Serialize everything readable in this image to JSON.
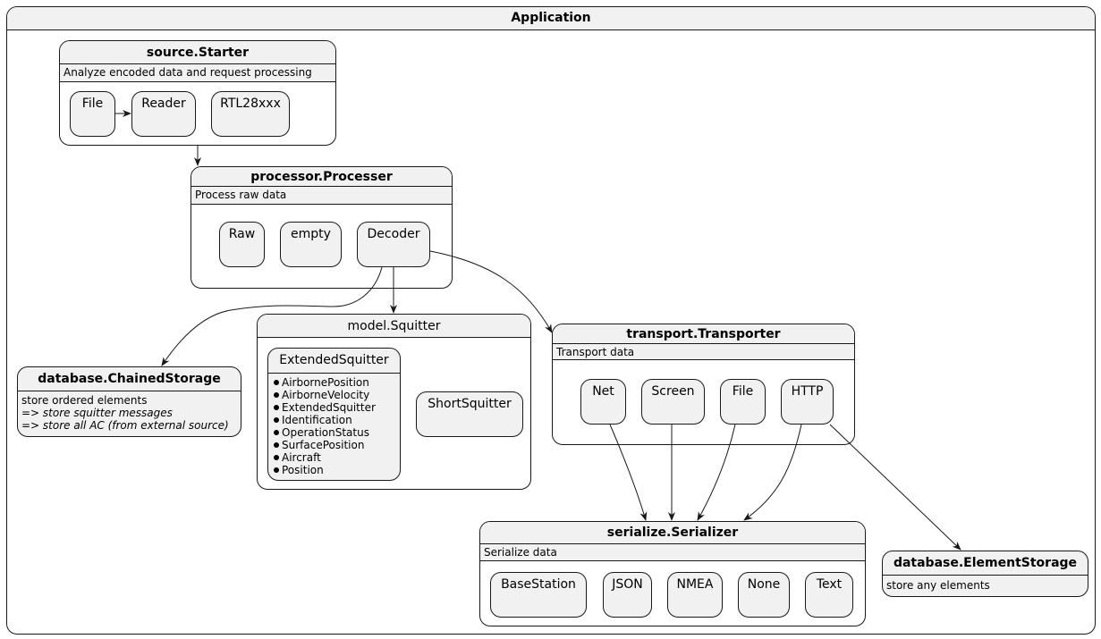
{
  "application": {
    "title": "Application"
  },
  "starter": {
    "title": "source.Starter",
    "description": "Analyze encoded data and request processing",
    "states": [
      "File",
      "Reader",
      "RTL28xxx"
    ]
  },
  "processor": {
    "title": "processor.Processer",
    "description": "Process raw data",
    "states": [
      "Raw",
      "empty",
      "Decoder"
    ]
  },
  "squitter": {
    "title": "model.Squitter",
    "extended": {
      "title": "ExtendedSquitter",
      "items": [
        "AirbornePosition",
        "AirborneVelocity",
        "ExtendedSquitter",
        "Identification",
        "OperationStatus",
        "SurfacePosition",
        "Aircraft",
        "Position"
      ]
    },
    "short": {
      "title": "ShortSquitter"
    }
  },
  "chained_storage": {
    "title": "database.ChainedStorage",
    "lines": [
      "store ordered elements",
      "=> store squitter messages",
      "=> store all AC (from external source)"
    ]
  },
  "transporter": {
    "title": "transport.Transporter",
    "description": "Transport data",
    "states": [
      "Net",
      "Screen",
      "File",
      "HTTP"
    ]
  },
  "serializer": {
    "title": "serialize.Serializer",
    "description": "Serialize data",
    "states": [
      "BaseStation",
      "JSON",
      "NMEA",
      "None",
      "Text"
    ]
  },
  "element_storage": {
    "title": "database.ElementStorage",
    "description": "store any elements"
  },
  "colors": {
    "fill": "#f1f1f1",
    "stroke": "#181818"
  }
}
